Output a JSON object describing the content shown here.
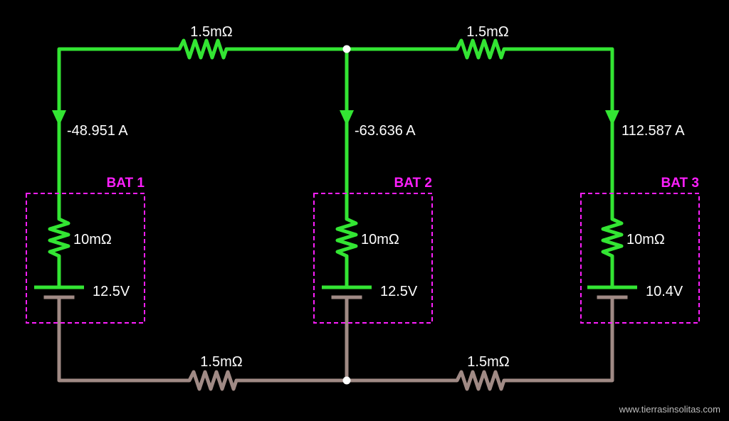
{
  "colors": {
    "background": "#000000",
    "positive_wire": "#33e533",
    "negative_wire": "#a08a85",
    "battery_box": "#ff1fff",
    "node": "#ffffff",
    "text": "#ffffff"
  },
  "top_resistors": [
    {
      "label": "1.5mΩ"
    },
    {
      "label": "1.5mΩ"
    }
  ],
  "bottom_resistors": [
    {
      "label": "1.5mΩ"
    },
    {
      "label": "1.5mΩ"
    }
  ],
  "branches": [
    {
      "current": "-48.951 A",
      "battery_name": "BAT 1",
      "internal_resistance": "10mΩ",
      "voltage": "12.5V"
    },
    {
      "current": "-63.636 A",
      "battery_name": "BAT 2",
      "internal_resistance": "10mΩ",
      "voltage": "12.5V"
    },
    {
      "current": "112.587 A",
      "battery_name": "BAT 3",
      "internal_resistance": "10mΩ",
      "voltage": "10.4V"
    }
  ],
  "watermark": "www.tierrasinsolitas.com"
}
